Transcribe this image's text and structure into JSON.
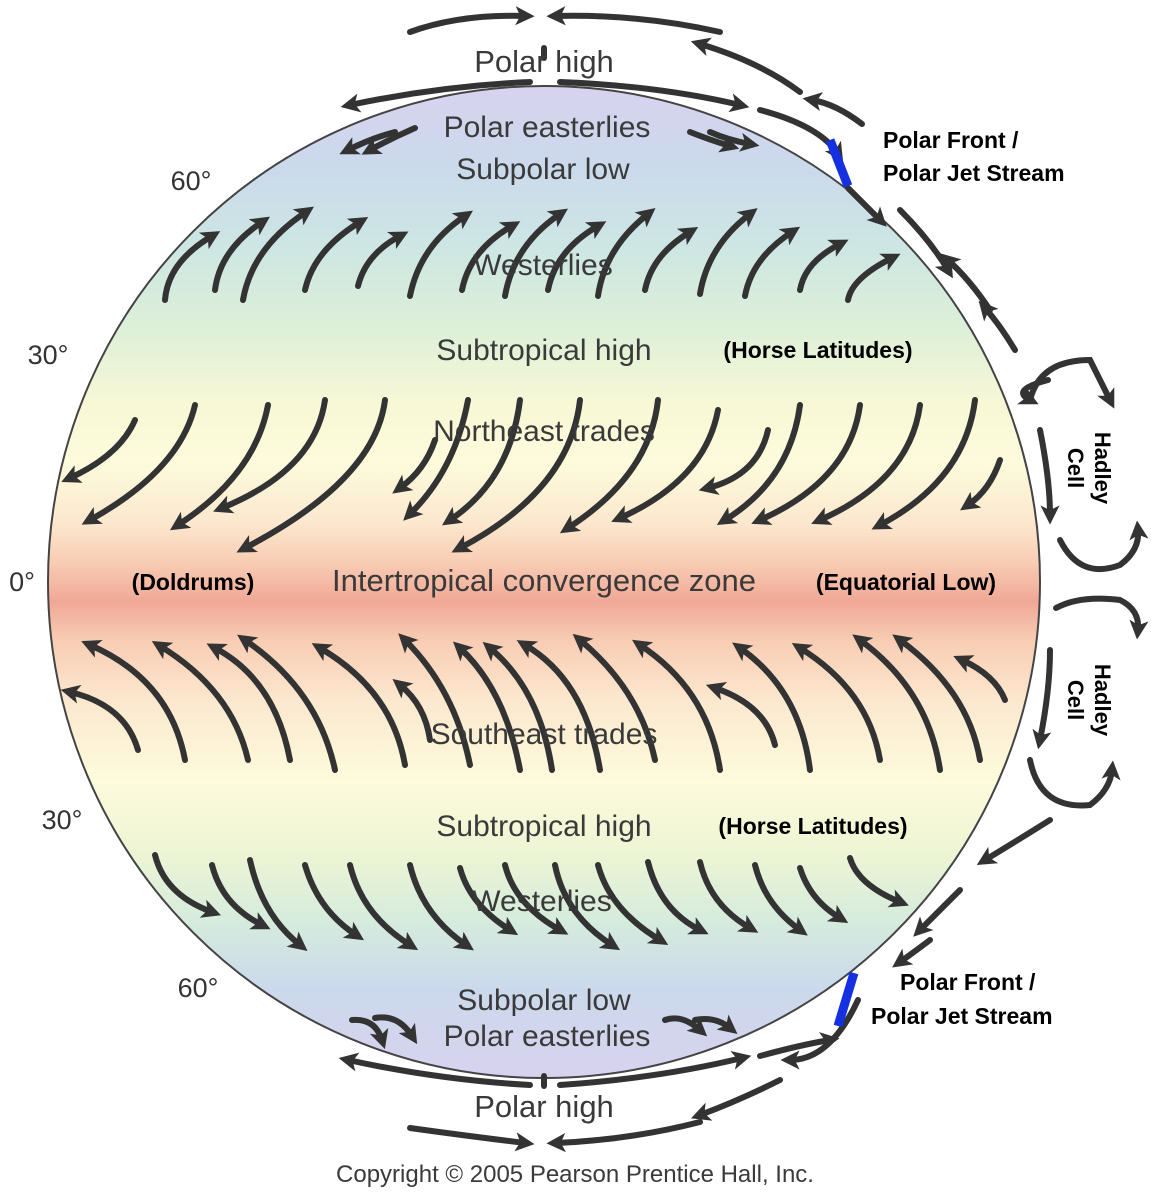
{
  "zones": {
    "polar_high_top": "Polar high",
    "polar_easterlies_top": "Polar easterlies",
    "subpolar_low_top": "Subpolar low",
    "westerlies_top": "Westerlies",
    "subtropical_high_top": "Subtropical high",
    "northeast_trades": "Northeast trades",
    "itcz": "Intertropical convergence zone",
    "southeast_trades": "Southeast trades",
    "subtropical_high_bottom": "Subtropical high",
    "westerlies_bottom": "Westerlies",
    "subpolar_low_bottom": "Subpolar low",
    "polar_easterlies_bottom": "Polar easterlies",
    "polar_high_bottom": "Polar high"
  },
  "notes": {
    "horse_latitudes_top": "(Horse Latitudes)",
    "horse_latitudes_bottom": "(Horse Latitudes)",
    "doldrums": "(Doldrums)",
    "equatorial_low": "(Equatorial Low)",
    "polar_front_top_line1": "Polar Front /",
    "polar_front_top_line2": "Polar Jet Stream",
    "polar_front_bottom_line1": "Polar Front /",
    "polar_front_bottom_line2": "Polar Jet Stream",
    "hadley_cell_top_line1": "Hadley",
    "hadley_cell_top_line2": "Cell",
    "hadley_cell_bottom_line1": "Hadley",
    "hadley_cell_bottom_line2": "Cell"
  },
  "latitudes": {
    "n60": "60°",
    "n30": "30°",
    "eq": "0°",
    "s30": "30°",
    "s60": "60°"
  },
  "copyright": "Copyright © 2005 Pearson Prentice Hall, Inc.",
  "colors": {
    "jet_stream": "#1530e0",
    "arrow": "#333333",
    "polar_band": "#d6d2ee",
    "subpolar_band": "#cfe4ea",
    "westerly_band": "#dcefd9",
    "subtropical_band": "#fbfbd8",
    "trade_band": "#fcdcc4",
    "itcz_band": "#f0a895"
  },
  "icons": {
    "wind_arrow": "curved-arrow-icon",
    "jet_stream_marker": "blue-bar-icon"
  }
}
